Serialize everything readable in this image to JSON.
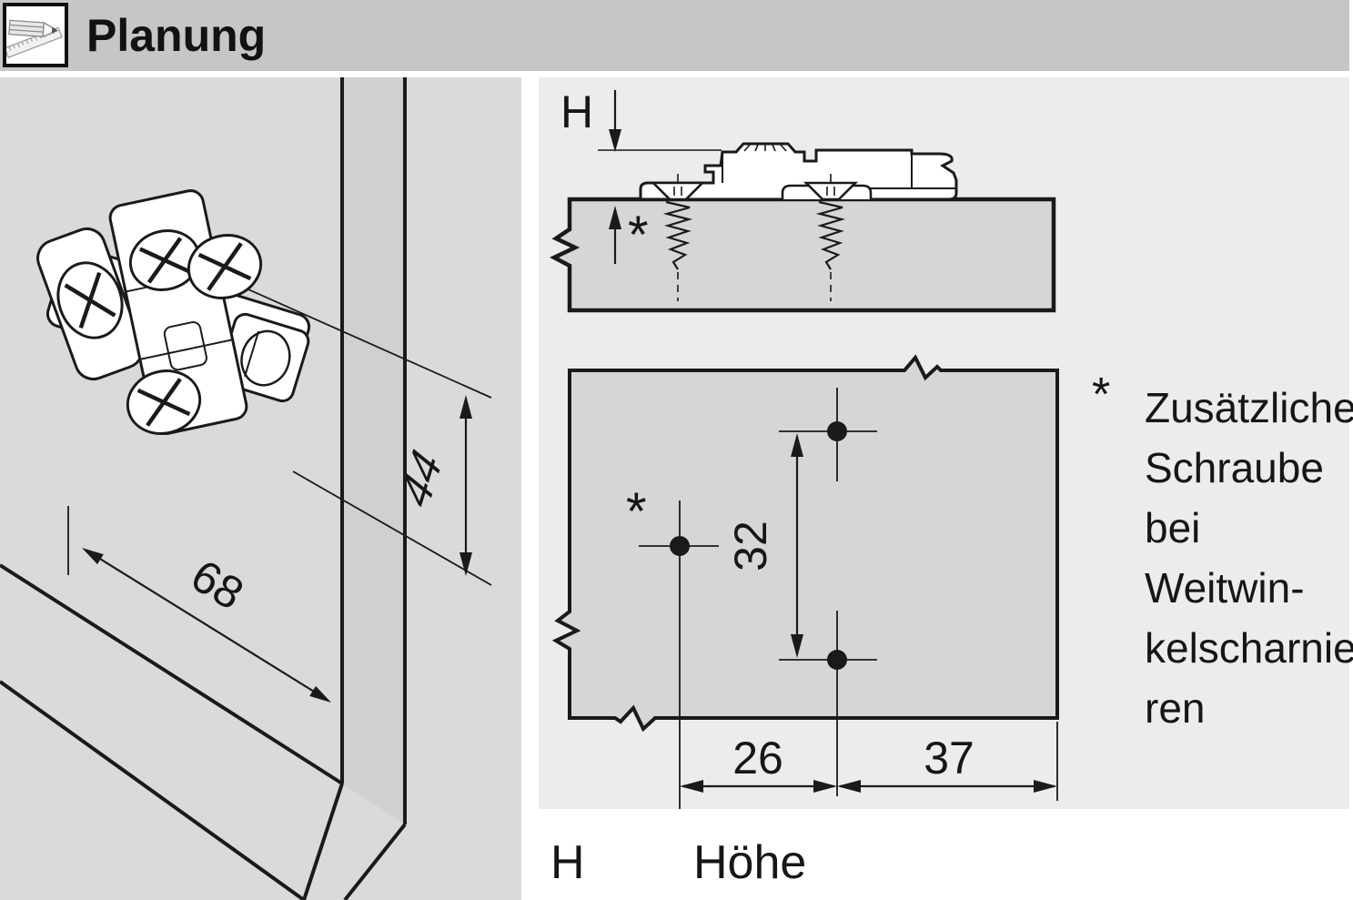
{
  "header": {
    "title": "Planung",
    "icon": "pencil-ruler"
  },
  "left_drawing": {
    "dim_depth": "68",
    "dim_height": "44"
  },
  "side_view": {
    "height_label": "H",
    "footnote_marker": "*"
  },
  "top_view": {
    "dim_hole_spacing": "32",
    "dim_screw_offset": "26",
    "dim_edge_distance": "37",
    "footnote_marker": "*"
  },
  "footnote": {
    "marker": "*",
    "lines": [
      "Zusätzliche",
      "Schraube",
      "bei Weitwin-",
      "kelscharnie-",
      "ren"
    ]
  },
  "legend": {
    "symbol": "H",
    "label": "Höhe"
  },
  "colors": {
    "header_bg": "#c6c6c6",
    "left_bg": "#dadada",
    "right_bg": "#ececec",
    "panel_fill": "#d6d6d6",
    "line": "#1a1a1a",
    "plate_fill": "#ffffff"
  }
}
